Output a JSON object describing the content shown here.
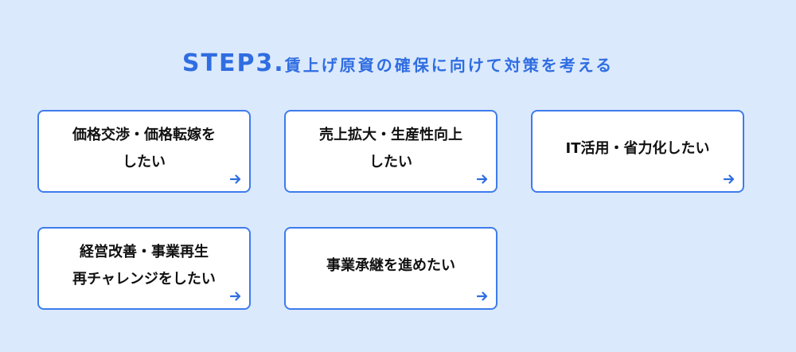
{
  "header": {
    "step": "STEP3.",
    "title": "賃上げ原資の確保に向けて対策を考える"
  },
  "colors": {
    "background": "#dbe9fd",
    "accent": "#2f6de1",
    "card_border": "#3d7cec",
    "card_bg": "#ffffff",
    "text": "#111111"
  },
  "cards": [
    {
      "label": "価格交渉・価格転嫁を\nしたい",
      "icon": "arrow-right-icon"
    },
    {
      "label": "売上拡大・生産性向上\nしたい",
      "icon": "arrow-right-icon"
    },
    {
      "label": "IT活用・省力化したい",
      "icon": "arrow-right-icon"
    },
    {
      "label": "経営改善・事業再生\n再チャレンジをしたい",
      "icon": "arrow-right-icon"
    },
    {
      "label": "事業承継を進めたい",
      "icon": "arrow-right-icon"
    }
  ]
}
